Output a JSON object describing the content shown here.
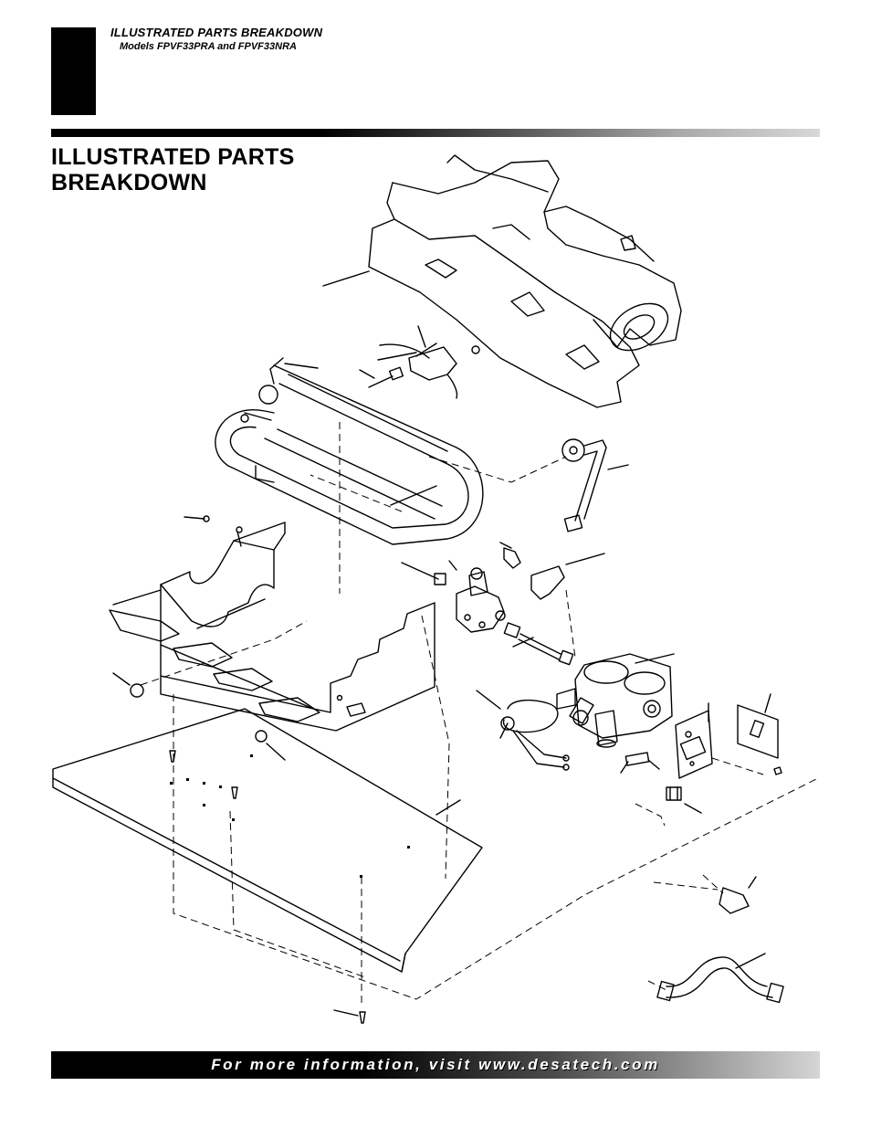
{
  "header": {
    "section_title": "ILLUSTRATED PARTS BREAKDOWN",
    "models": "Models FPVF33PRA and FPVF33NRA"
  },
  "page": {
    "title_line1": "ILLUSTRATED PARTS",
    "title_line2": "BREAKDOWN"
  },
  "footer": {
    "text": "For more information, visit www.desatech.com"
  },
  "colors": {
    "ink": "#000000",
    "paper": "#ffffff",
    "gradient_end": "#d5d5d5"
  }
}
